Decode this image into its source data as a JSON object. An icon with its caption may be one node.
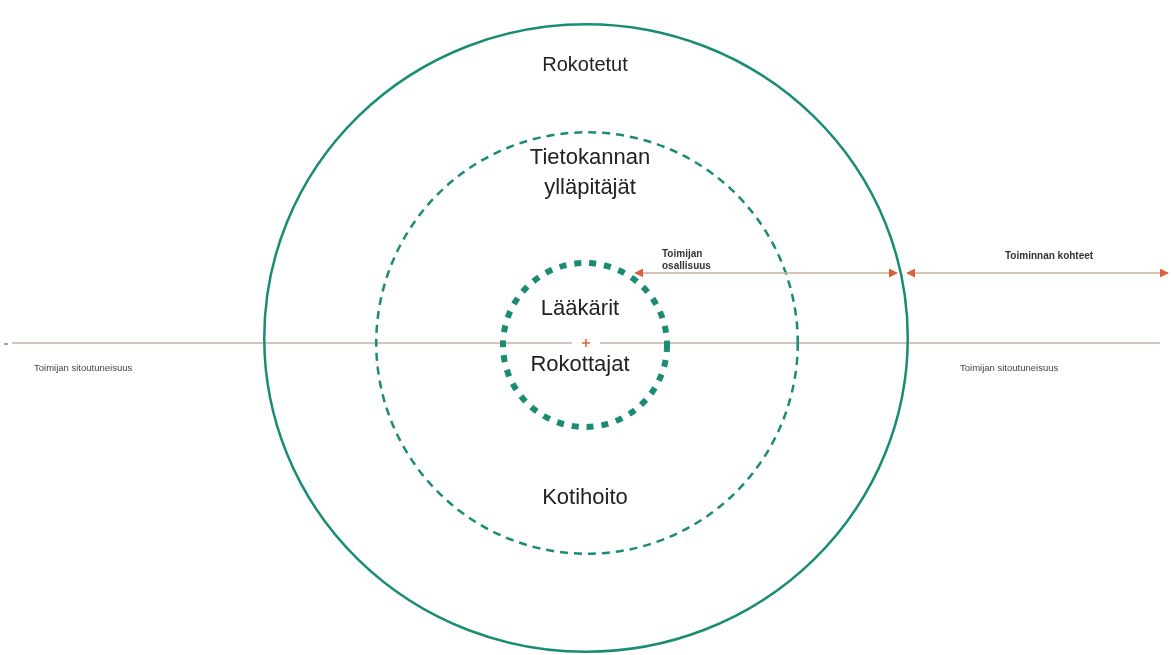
{
  "diagram": {
    "nodes": [
      {
        "text": [
          "Rokotetut"
        ]
      },
      {
        "text": [
          "Tietokannan ylläpitäjät",
          "Kotihoito"
        ],
        "in": 0
      },
      {
        "text": [
          "Lääkärit",
          "Rokottajat"
        ],
        "in": 1
      }
    ],
    "edges": [
      {
        "from": 2,
        "to": 0,
        "arrow": "both",
        "label": "Toimijan osallisuus"
      },
      {
        "from": 0,
        "to": null,
        "arrow": "both",
        "label": "Toiminnan kohteet"
      }
    ],
    "labels": [
      "Toimijan sitoutuneisuus",
      "Toimijan sitoutuneisuus"
    ]
  }
}
